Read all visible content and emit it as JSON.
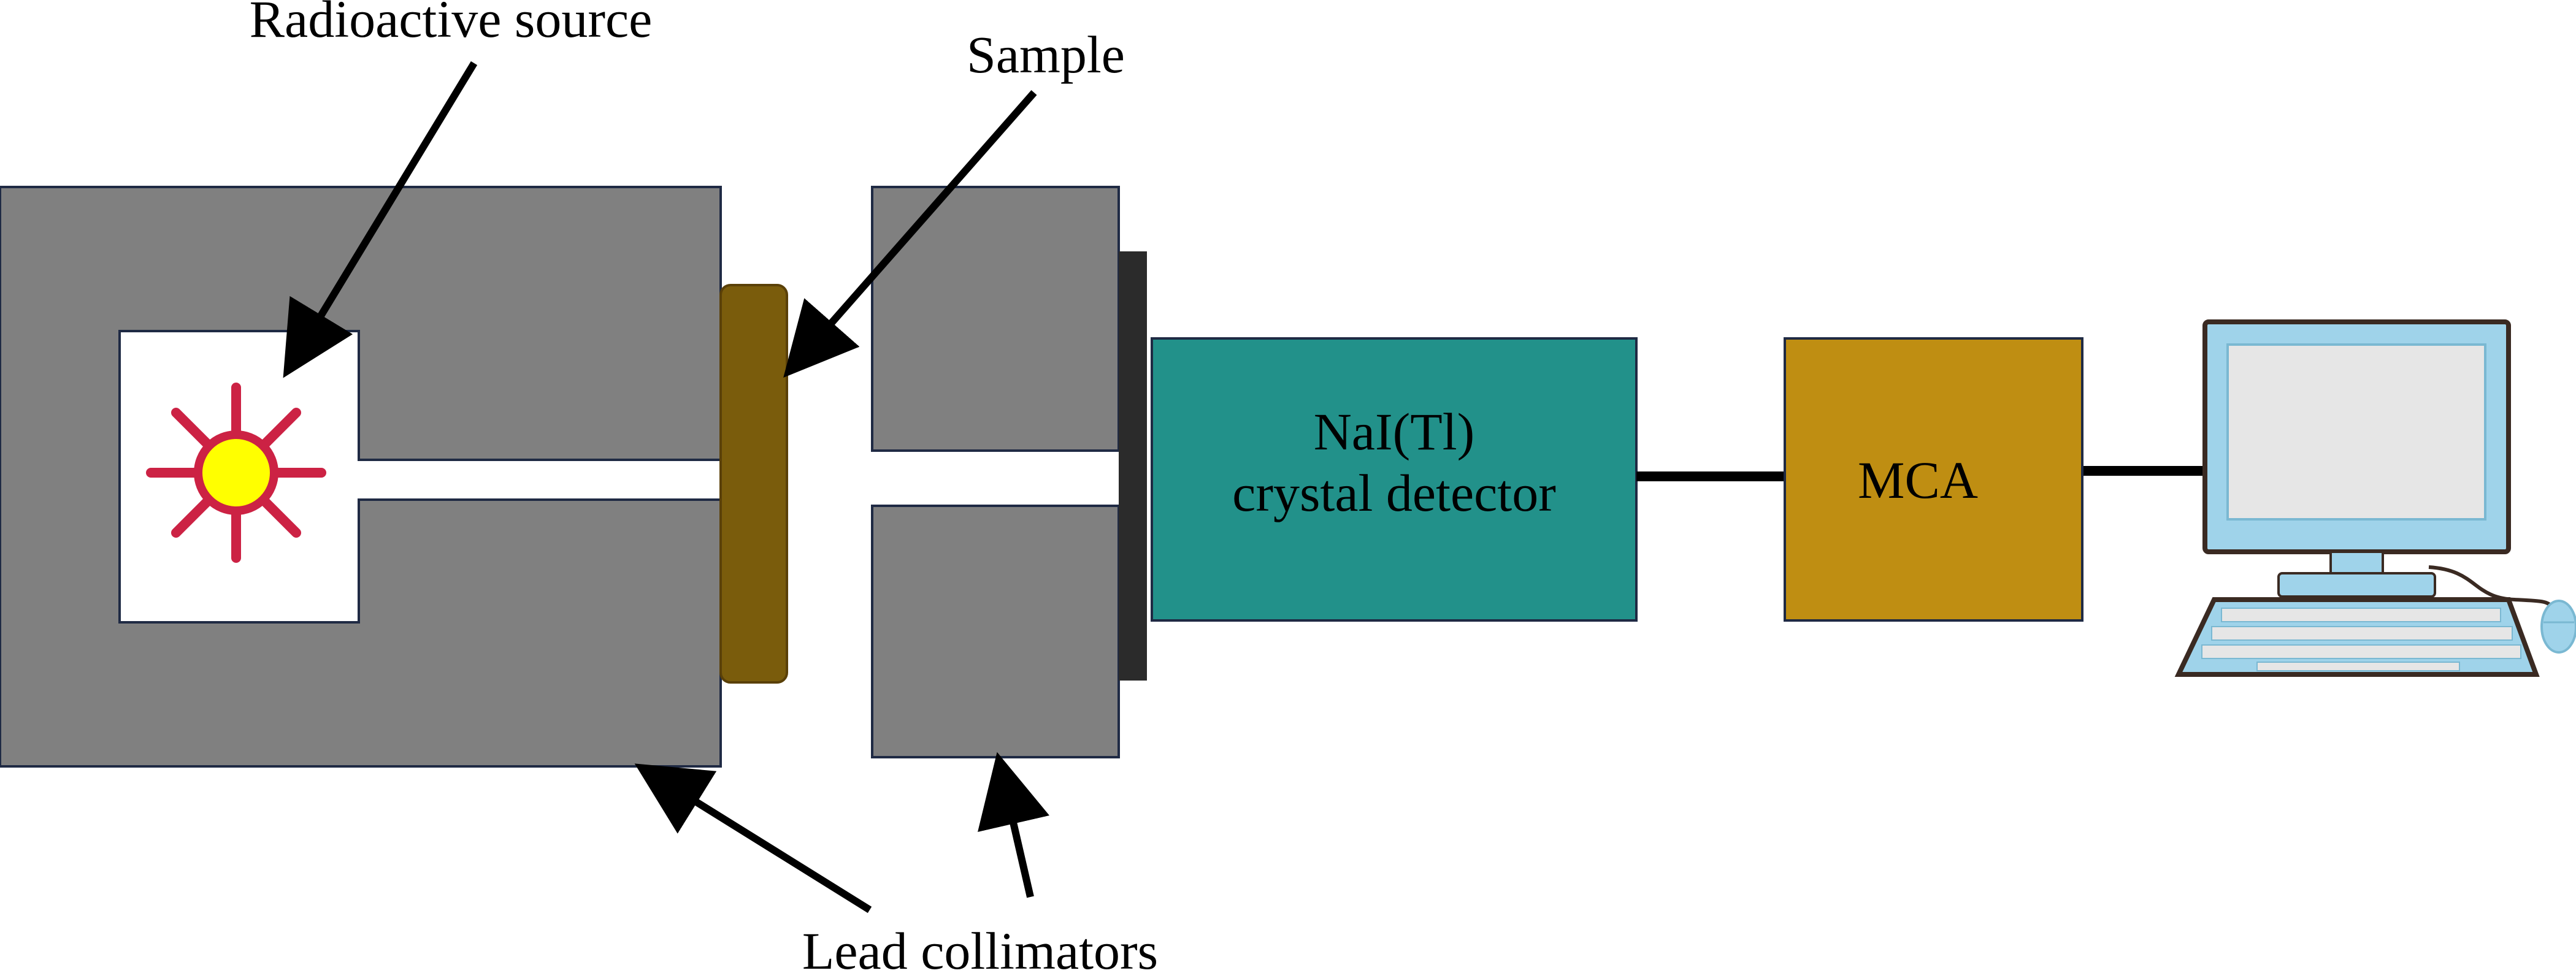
{
  "labels": {
    "radioactive_source": "Radioactive source",
    "sample": "Sample",
    "lead_collimators": "Lead collimators",
    "detector_line1": "NaI(Tl)",
    "detector_line2": "crystal detector",
    "mca": "MCA"
  },
  "colors": {
    "lead": "#808080",
    "lead_edge": "#1f2a44",
    "sample": "#7a5c0c",
    "detector": "#22918a",
    "mca": "#bf8e12",
    "source_sun": "#ffff00",
    "source_rays": "#cc2244",
    "window": "#2b2b2b",
    "monitor_frame": "#9fd3ea",
    "monitor_screen": "#e6e6e6"
  },
  "icons": {
    "source": "radiation-sun-icon",
    "computer": "desktop-computer-icon"
  }
}
